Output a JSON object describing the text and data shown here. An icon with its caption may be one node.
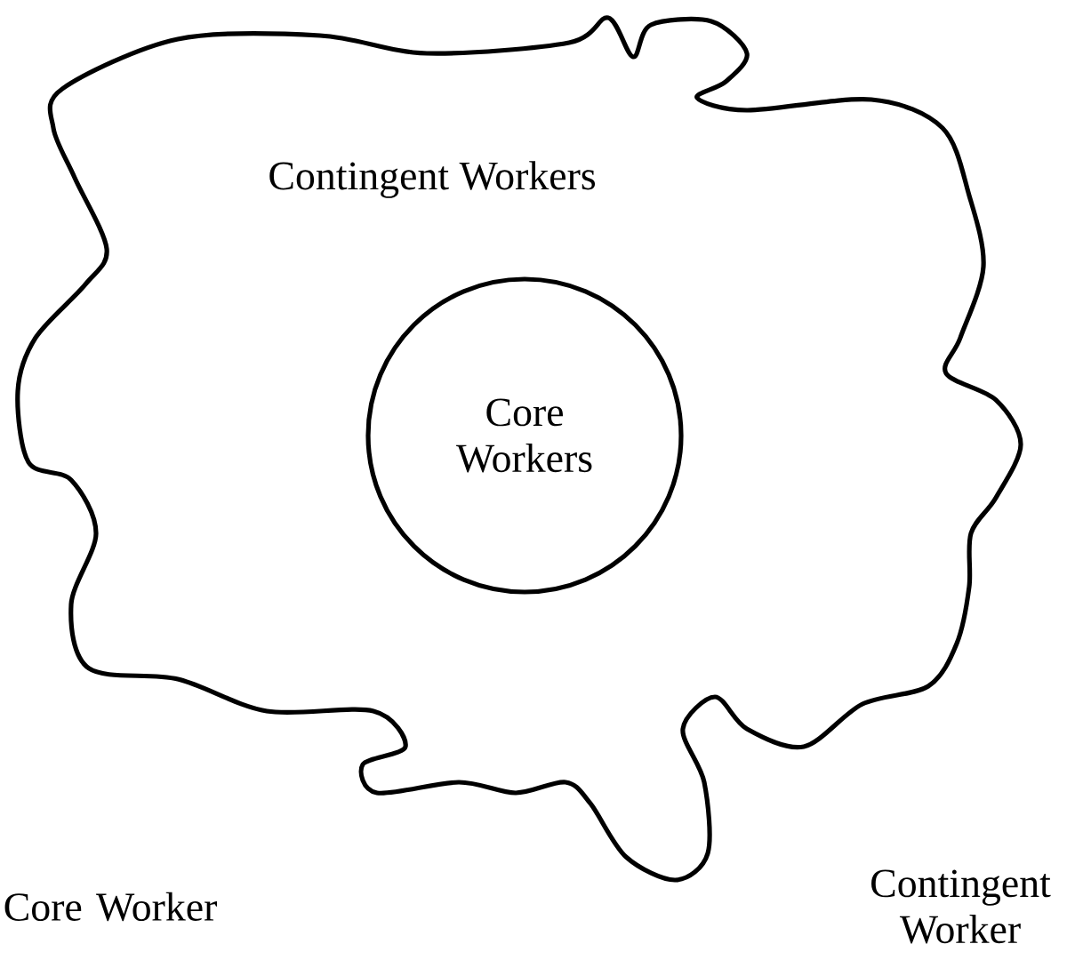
{
  "diagram": {
    "nodes": [
      {
        "text": [
          "Contingent Workers"
        ]
      },
      {
        "text": [
          "Core Workers"
        ],
        "in": 0
      }
    ],
    "labels": [
      "Core Worker",
      "Contingent Worker"
    ]
  }
}
